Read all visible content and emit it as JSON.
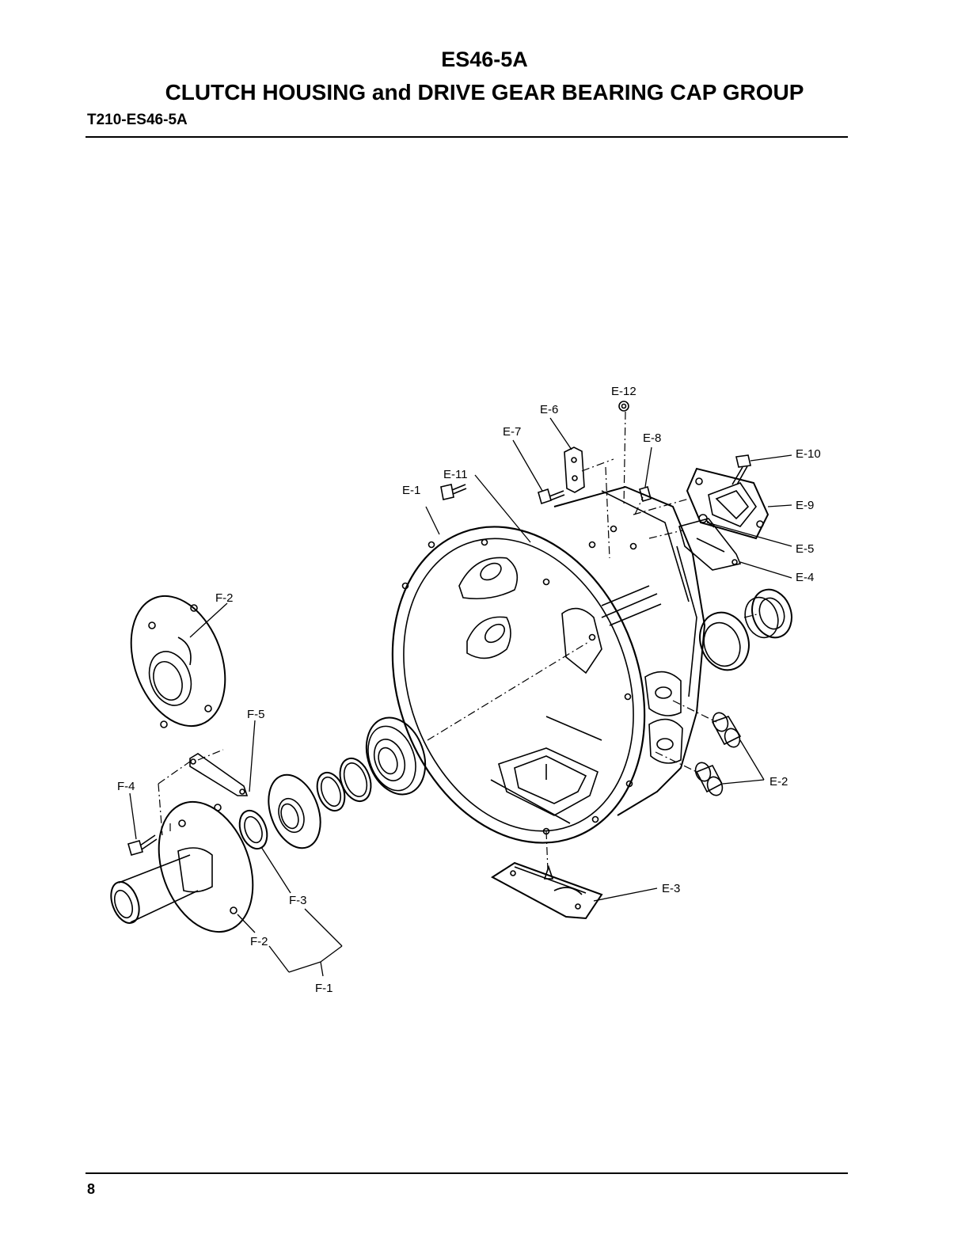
{
  "header": {
    "model": "ES46-5A",
    "title": "CLUTCH HOUSING and DRIVE GEAR BEARING CAP GROUP",
    "code": "T210-ES46-5A"
  },
  "footer": {
    "page_number": "8"
  },
  "callouts": {
    "e1": "E-1",
    "e2": "E-2",
    "e3": "E-3",
    "e4": "E-4",
    "e5": "E-5",
    "e6": "E-6",
    "e7": "E-7",
    "e8": "E-8",
    "e9": "E-9",
    "e10": "E-10",
    "e11": "E-11",
    "e12": "E-12",
    "f1": "F-1",
    "f2_top": "F-2",
    "f2_bottom": "F-2",
    "f3": "F-3",
    "f4": "F-4",
    "f5": "F-5"
  }
}
